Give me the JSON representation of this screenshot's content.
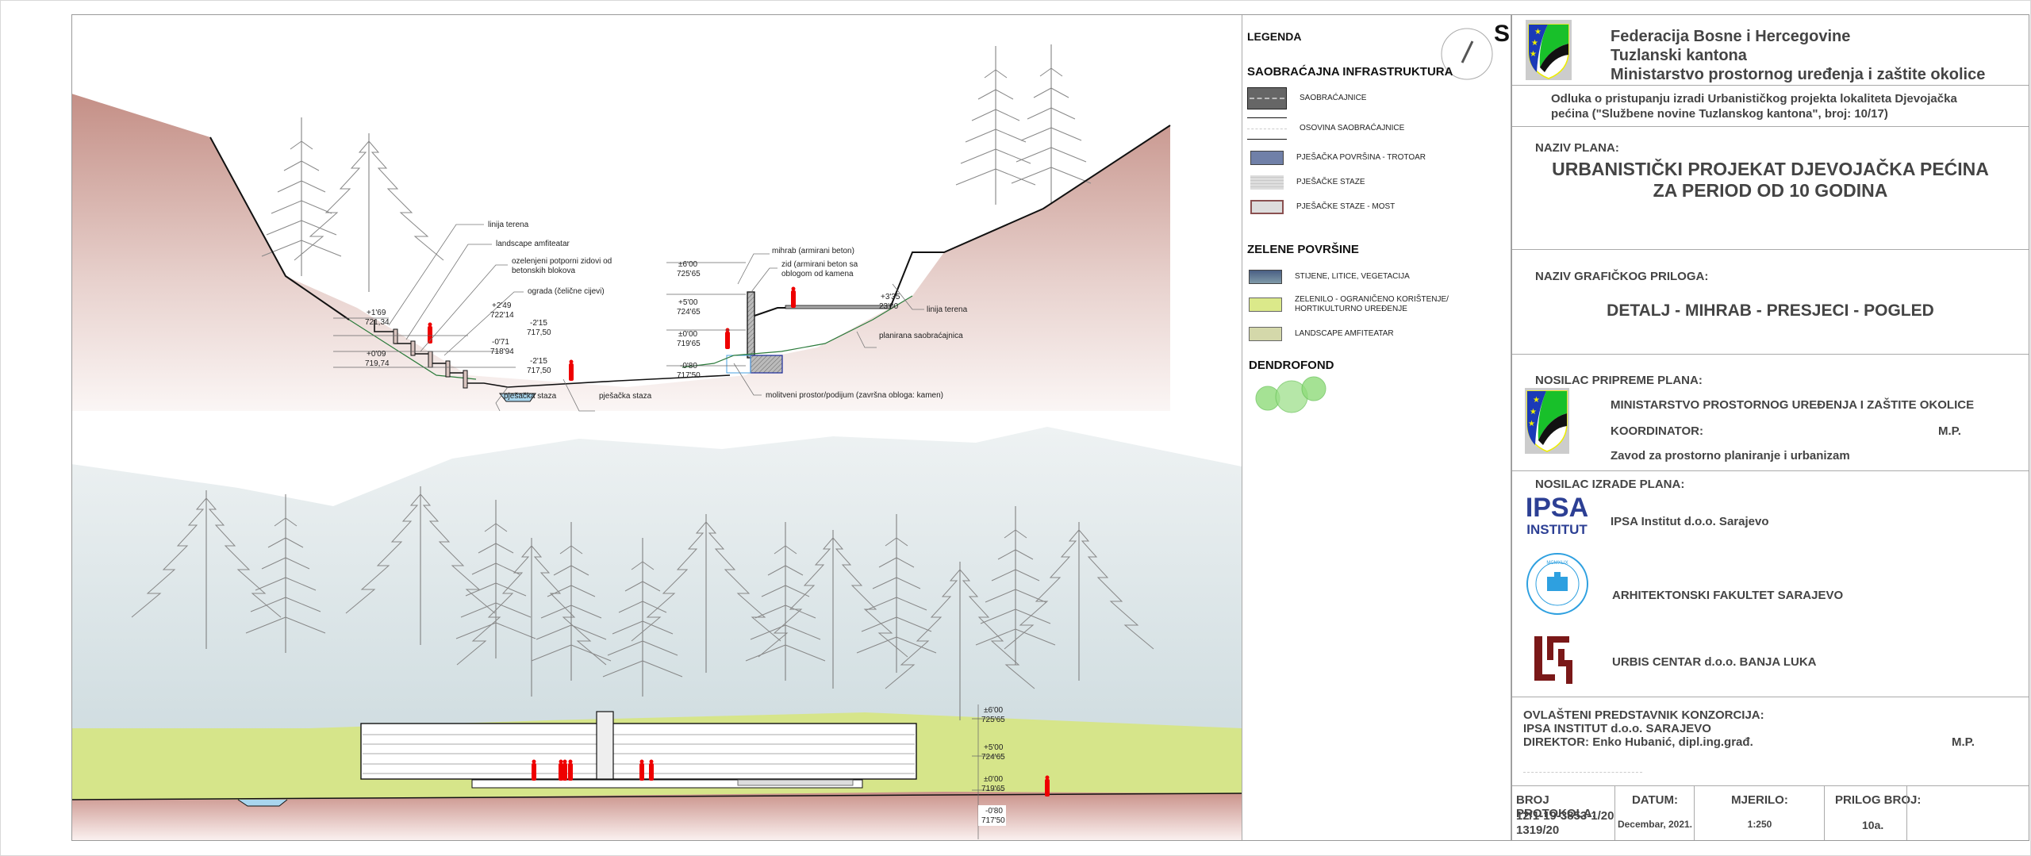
{
  "legend": {
    "title": "LEGENDA",
    "north_label": "S",
    "sections": [
      {
        "heading": "SAOBRAĆAJNA INFRASTRUKTURA",
        "items": [
          {
            "label": "SAOBRAĆAJNICE",
            "swatch": "#666666"
          },
          {
            "label": "OSOVINA SAOBRAĆAJNICE",
            "swatch": "#ffffff"
          },
          {
            "label": "PJEŠAČKA POVRŠINA - TROTOAR",
            "swatch": "#7080a8"
          },
          {
            "label": "PJEŠAČKE STAZE",
            "swatch": "#dcdcdc"
          },
          {
            "label": "PJEŠAČKE STAZE - MOST",
            "swatch": "#d8d0d0"
          }
        ]
      },
      {
        "heading": "ZELENE POVRŠINE",
        "items": [
          {
            "label": "STIJENE, LITICE, VEGETACIJA",
            "swatch": "#5a7090"
          },
          {
            "label": "ZELENILO - OGRANIČENO KORIŠTENJE/",
            "label2": "HORTIKULTURNO UREĐENJE",
            "swatch": "#dbe98a"
          },
          {
            "label": "LANDSCAPE AMFITEATAR",
            "swatch": "#d4d8aa"
          }
        ]
      },
      {
        "heading": "DENDROFOND",
        "items": []
      }
    ]
  },
  "titleblock": {
    "header": {
      "line1": "Federacija Bosne i Hercegovine",
      "line2": "Tuzlanski kantona",
      "line3": "Ministarstvo prostornog uređenja i zaštite okolice"
    },
    "decision": {
      "line1": "Odluka o pristupanju izradi Urbanističkog projekta lokaliteta Djevojačka",
      "line2": "pećina (\"Službene novine Tuzlanskog kantona\", broj: 10/17)"
    },
    "plan_name": {
      "label": "NAZIV PLANA:",
      "line1": "URBANISTIČKI PROJEKAT DJEVOJAČKA PEĆINA",
      "line2": "ZA PERIOD OD 10 GODINA"
    },
    "attachment_name": {
      "label": "NAZIV GRAFIČKOG PRILOGA:",
      "value": "DETALJ - MIHRAB - PRESJECI - POGLED"
    },
    "preparer": {
      "label": "NOSILAC PRIPREME PLANA:",
      "org": "MINISTARSTVO PROSTORNOG UREĐENJA I ZAŠTITE OKOLICE",
      "coordinator_label": "KOORDINATOR:",
      "stamp": "M.P.",
      "coordinator": "Zavod za prostorno planiranje i urbanizam"
    },
    "maker": {
      "label": "NOSILAC IZRADE PLANA:",
      "orgs": [
        {
          "logo_line1": "IPSA",
          "logo_line2": "INSTITUT",
          "name": "IPSA Institut d.o.o. Sarajevo"
        },
        {
          "logo_text": "MCMXLIX",
          "name": "ARHITEKTONSKI FAKULTET SARAJEVO"
        },
        {
          "name": "URBIS CENTAR d.o.o. BANJA LUKA"
        }
      ]
    },
    "representative": {
      "line1": "OVLAŠTENI PREDSTAVNIK KONZORCIJA:",
      "line2": "IPSA INSTITUT d.o.o. SARAJEVO",
      "line3": "DIREKTOR: Enko Hubanić, dipl.ing.građ.",
      "stamp": "M.P."
    },
    "footer": {
      "protocol_label": "BROJ PROTOKOLA:",
      "protocol_1": "12/1-19-3853-1/20",
      "protocol_2": "1319/20",
      "date_label": "DATUM:",
      "date": "Decembar, 2021.",
      "scale_label": "MJERILO:",
      "scale": "1:250",
      "attachment_no_label": "PRILOG BROJ:",
      "attachment_no": "10a."
    }
  },
  "section_drawing": {
    "annotations": {
      "linija_terena_left": "linija terena",
      "landscape_amfiteatar": "landscape amfiteatar",
      "potporni_1": "ozelenjeni potporni zidovi od",
      "potporni_2": "betonskih blokova",
      "ograda": "ograda (čelične cijevi)",
      "pjesacka_staza_1": "pješačka staza",
      "pjesacka_staza_2": "pješačka staza",
      "mihrab": "mihrab (armirani beton)",
      "zid_1": "zid (armirani beton sa",
      "zid_2": "oblogom od kamena",
      "linija_terena_right": "linija terena",
      "planirana": "planirana saobraćajnica",
      "molitveni": "molitveni prostor/podijum (završna obloga: kamen)"
    },
    "elevations_left": [
      {
        "rel": "+1'69",
        "abs": "721,34"
      },
      {
        "rel": "+0'09",
        "abs": "719,74"
      },
      {
        "rel": "+2'49",
        "abs": "722'14"
      },
      {
        "rel": "-0'71",
        "abs": "718'94"
      },
      {
        "rel": "-2'15",
        "abs": "717,50"
      },
      {
        "rel": "-2'15",
        "abs": "717,50"
      }
    ],
    "elevations_mihrab": [
      {
        "rel": "±6'00",
        "abs": "725'65"
      },
      {
        "rel": "+5'00",
        "abs": "724'65"
      },
      {
        "rel": "±0'00",
        "abs": "719'65"
      },
      {
        "rel": "-0'80",
        "abs": "717'50"
      }
    ],
    "elevation_road": {
      "rel": "+3'35",
      "abs": "23'00"
    }
  },
  "view_drawing": {
    "elevations": [
      {
        "rel": "±6'00",
        "abs": "725'65"
      },
      {
        "rel": "+5'00",
        "abs": "724'65"
      },
      {
        "rel": "±0'00",
        "abs": "719'65"
      },
      {
        "rel": "-0'80",
        "abs": "717'50"
      }
    ]
  }
}
